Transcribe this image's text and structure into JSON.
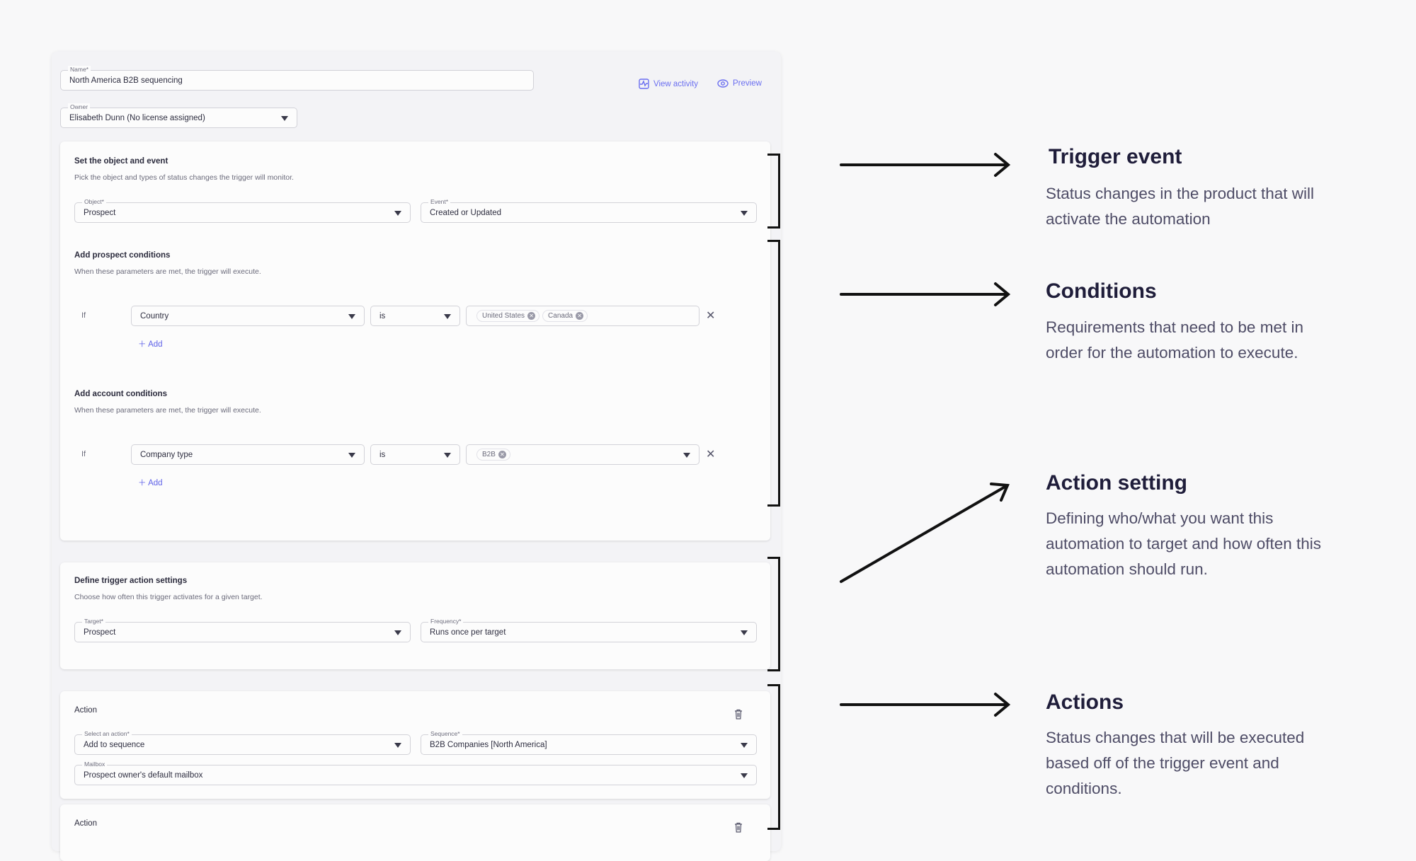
{
  "form": {
    "name_label": "Name*",
    "name_value": "North America B2B sequencing",
    "owner_label": "Owner",
    "owner_value": "Elisabeth Dunn (No license assigned)",
    "view_activity": "View activity",
    "preview": "Preview"
  },
  "trigger_card": {
    "title": "Set the object and event",
    "subtitle": "Pick the object and types of status changes the trigger will monitor.",
    "object_label": "Object*",
    "object_value": "Prospect",
    "event_label": "Event*",
    "event_value": "Created or Updated"
  },
  "prospect_conditions": {
    "title": "Add prospect conditions",
    "subtitle": "When these parameters are met, the trigger will execute.",
    "if_label": "If",
    "field": "Country",
    "operator": "is",
    "values": [
      "United States",
      "Canada"
    ],
    "add_label": "Add"
  },
  "account_conditions": {
    "title": "Add account conditions",
    "subtitle": "When these parameters are met, the trigger will execute.",
    "if_label": "If",
    "field": "Company type",
    "operator": "is",
    "values": [
      "B2B"
    ],
    "add_label": "Add"
  },
  "action_settings": {
    "title": "Define trigger action settings",
    "subtitle": "Choose how often this trigger activates for a given target.",
    "target_label": "Target*",
    "target_value": "Prospect",
    "frequency_label": "Frequency*",
    "frequency_value": "Runs once per target"
  },
  "actions": [
    {
      "title": "Action",
      "action_label": "Select an action*",
      "action_value": "Add to sequence",
      "sequence_label": "Sequence*",
      "sequence_value": "B2B Companies [North America]",
      "mailbox_label": "Mailbox",
      "mailbox_value": "Prospect owner's default mailbox"
    },
    {
      "title": "Action"
    }
  ],
  "annotations": [
    {
      "title": "Trigger event",
      "body": "Status changes in the product that will activate the automation"
    },
    {
      "title": "Conditions",
      "body": "Requirements that need to be met in order for the automation to execute."
    },
    {
      "title": "Action setting",
      "body": "Defining who/what you want this automation to target and how often this automation should run."
    },
    {
      "title": "Actions",
      "body": "Status changes that will be executed based off of the trigger event and conditions."
    }
  ],
  "colors": {
    "accent": "#6a6ef0",
    "annotation_title": "#1f1d3a",
    "annotation_body": "#4e4c66"
  }
}
